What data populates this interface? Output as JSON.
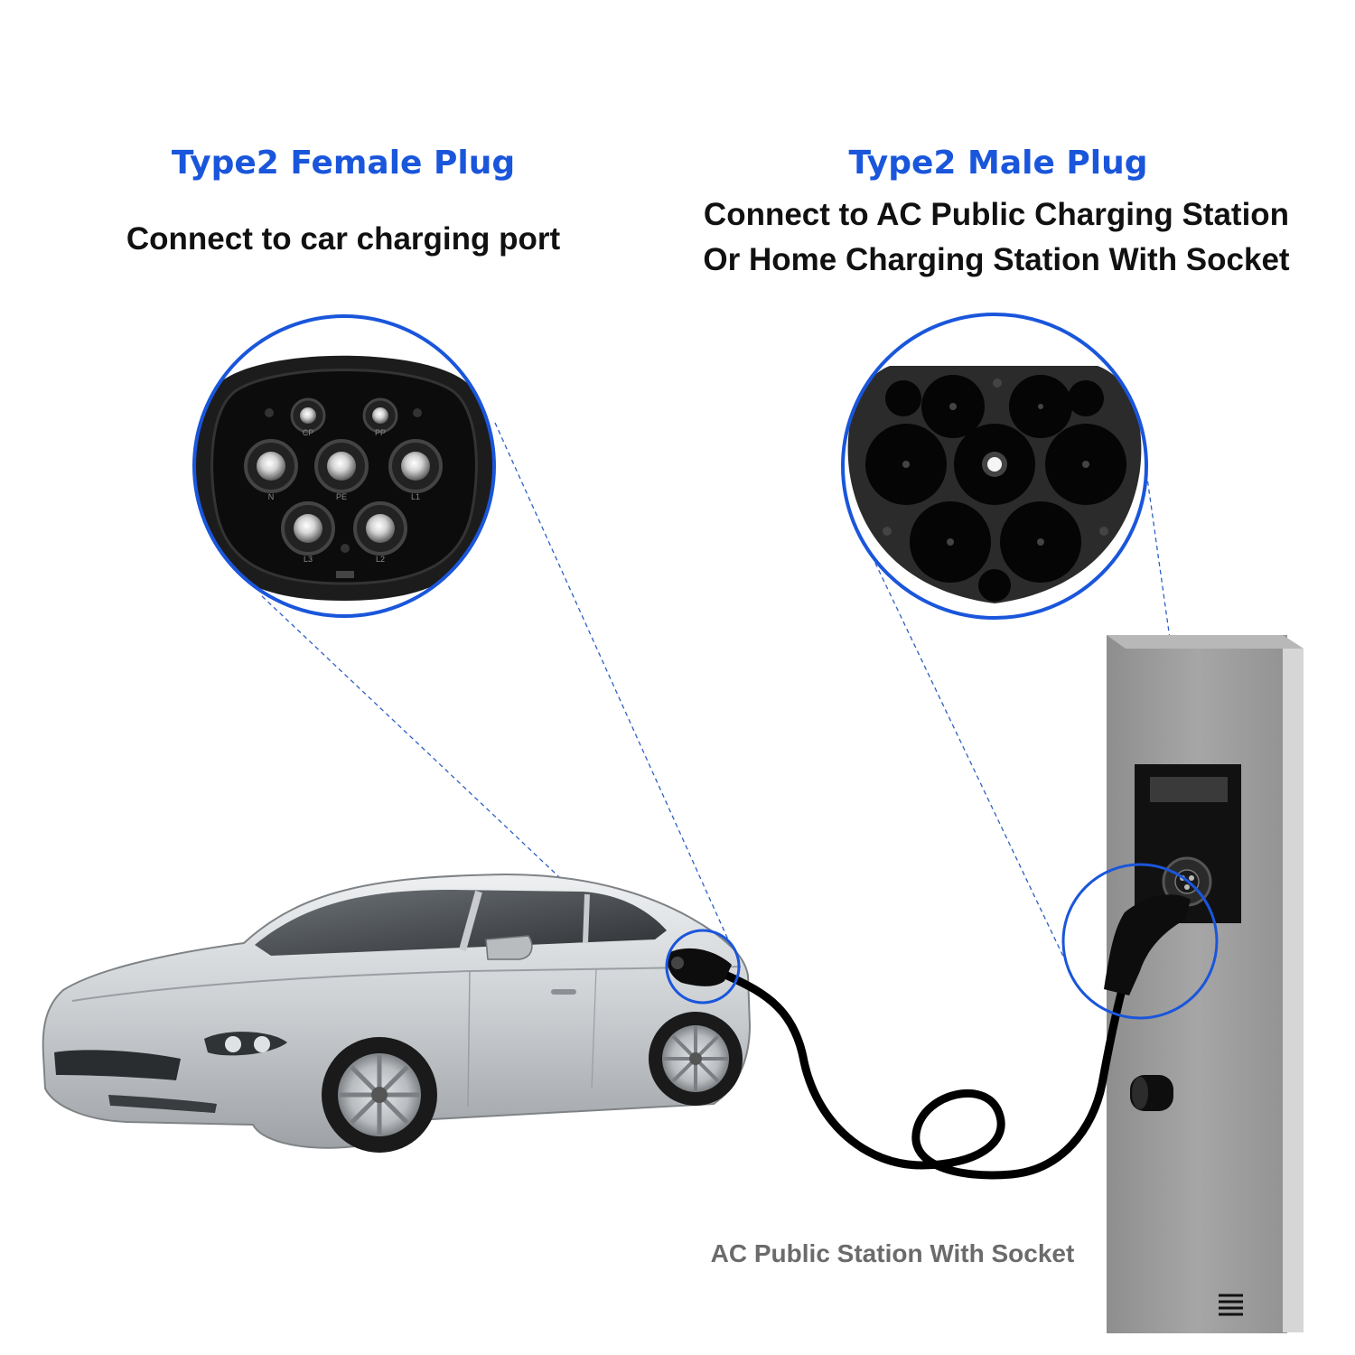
{
  "female": {
    "title": "Type2 Female Plug",
    "subtitle": "Connect to car charging port",
    "pin_labels": [
      "CP",
      "PP",
      "N",
      "PE",
      "L1",
      "L3",
      "L2"
    ]
  },
  "male": {
    "title": "Type2 Male Plug",
    "subtitle_lines": [
      "Connect to AC Public Charging Station",
      "Or Home Charging Station With Socket"
    ]
  },
  "station": {
    "caption": "AC Public Station With Socket"
  },
  "colors": {
    "accent_blue": "#1a56db",
    "cable": "#000000",
    "station_body": "#9c9c9c",
    "car_body": "#c9cbce"
  },
  "icons": [
    "female-connector-icon",
    "male-connector-icon",
    "car-icon",
    "charging-station-icon",
    "vent-icon"
  ]
}
